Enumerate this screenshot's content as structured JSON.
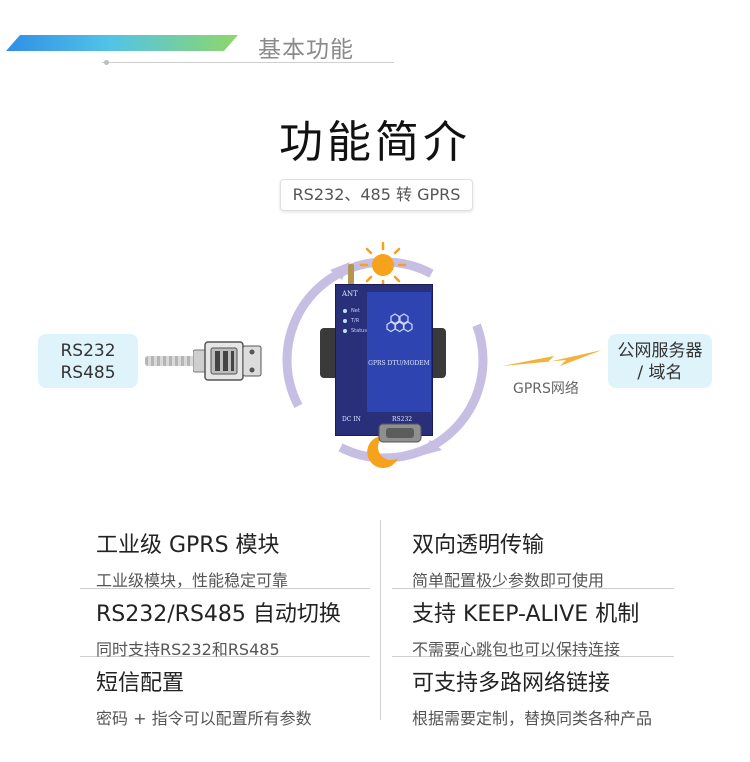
{
  "header": {
    "section_title": "基本功能"
  },
  "main_title": "功能简介",
  "subtitle": "RS232、485 转 GPRS",
  "diagram": {
    "rs_labels": [
      "RS232",
      "RS485"
    ],
    "server_labels": [
      "公网服务器",
      "/ 域名"
    ],
    "link_label": "GPRS网络",
    "device": {
      "ant_label": "ANT",
      "led_labels": [
        "Net",
        "T/R",
        "Status"
      ],
      "model_label": "GPRS DTU/MODEM",
      "dcin_label": "DC IN",
      "port_label": "RS232"
    }
  },
  "features": [
    {
      "title": "工业级 GPRS 模块",
      "desc": "工业级模块，性能稳定可靠"
    },
    {
      "title": "双向透明传输",
      "desc": "简单配置极少参数即可使用"
    },
    {
      "title": "RS232/RS485 自动切换",
      "desc": "同时支持RS232和RS485"
    },
    {
      "title": "支持 KEEP-ALIVE 机制",
      "desc": "不需要心跳包也可以保持连接"
    },
    {
      "title": "短信配置",
      "desc": "密码 + 指令可以配置所有参数"
    },
    {
      "title": "可支持多路网络链接",
      "desc": "根据需要定制，替换同类各种产品"
    }
  ],
  "colors": {
    "accent_start": "#2f8fe6",
    "accent_end": "#8ed76a",
    "pill_bg": "#dff3fb",
    "device_blue": "#2a2f7a",
    "cycle_ring": "#c6bfe3",
    "sun": "#f6a21a",
    "lightning": "#f2b33a"
  },
  "icons": [
    "sun-icon",
    "moon-icon",
    "lightning-icon",
    "db9-connector-icon",
    "hexagon-logo-icon",
    "cycle-arrows-icon"
  ]
}
